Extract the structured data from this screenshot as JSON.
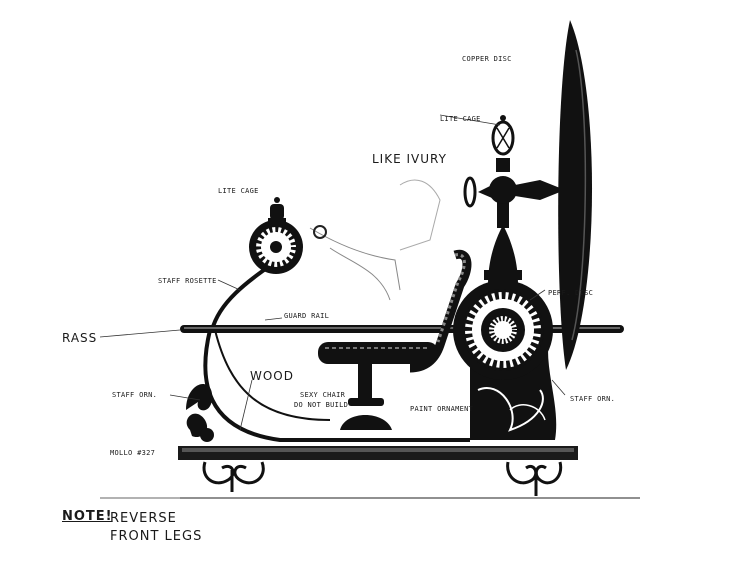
{
  "labels": {
    "copper_disc": "COPPER DISC",
    "lite_cage_top": "LITE CAGE",
    "like_ivory": "LIKE IVURY",
    "lite_cage_left": "LITE CAGE",
    "staff_rosette": "STAFF ROSETTE",
    "guard_rail": "GUARD RAIL",
    "brass": "RASS",
    "staff_orn_left": "STAFF ORN.",
    "wood": "WOOD",
    "sexy_chair": "SEXY CHAIR",
    "do_not_build": "DO NOT BUILD",
    "paint_ornament": "PAINT ORNAMENT",
    "staff_orn_right": "STAFF ORN.",
    "perf_disc": "PERF. DISC",
    "mollo": "MOLLO #327",
    "note": "NOTE!",
    "reverse": "REVERSE",
    "front_legs": "FRONT LEGS"
  },
  "colors": {
    "ink": "#111111",
    "paper": "#ffffff"
  }
}
